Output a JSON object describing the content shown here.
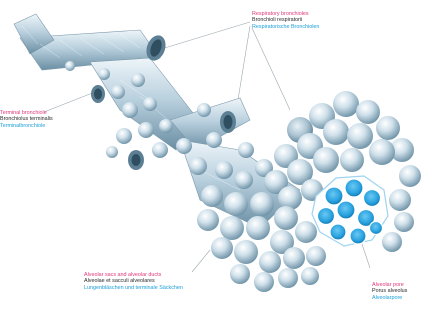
{
  "colors": {
    "tissue": "#cfe0ea",
    "tissue_shadow": "#6f93a8",
    "tissue_highlight": "#ffffff",
    "pore_fill": "#29a3e0",
    "pore_deep": "#0b6fa8",
    "leader_line": "#9aa6ad",
    "label_en": "#e0377a",
    "label_la": "#2a2a2a",
    "label_de": "#1a9fd8"
  },
  "labels": {
    "respiratory_bronchioles": {
      "en": "Respiratory bronchioles",
      "la": "Bronchioli respiratorii",
      "de": "Respiratorische Bronchiolen"
    },
    "terminal_bronchiole": {
      "en": "Terminal bronchiole",
      "la": "Bronchiolus terminalis",
      "de": "Terminalbronchiole"
    },
    "alveolar_sacs": {
      "en": "Alveolar sacs and alveolar ducts",
      "la": "Alveolae et sacculi alveolares",
      "de": "Lungenbläschen und terminale Säckchen"
    },
    "alveolar_pore": {
      "en": "Alveolar pore",
      "la": "Porus alveolus",
      "de": "Alveolarpore"
    }
  }
}
